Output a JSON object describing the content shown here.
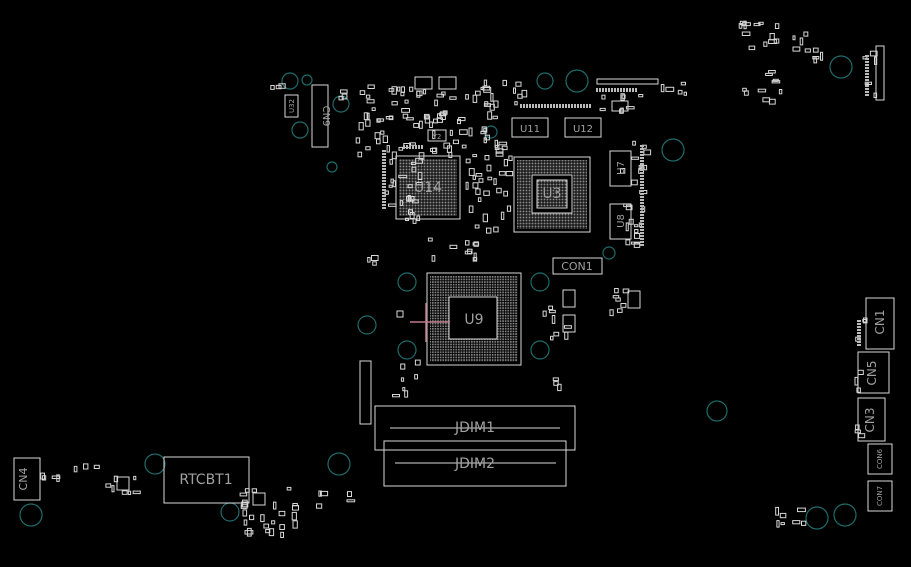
{
  "board": {
    "background": "#000000",
    "outline_color": "#d8d8d8",
    "label_color": "#9a9a9a",
    "hole_color": "#1f6b6b",
    "accent_color": "#c07888"
  },
  "labels": {
    "u14": "U14",
    "u3": "U3",
    "u9": "U9",
    "u11": "U11",
    "u12": "U12",
    "u7": "U7",
    "u8": "U8",
    "y2": "Y2",
    "con1": "CON1",
    "cn9": "CN9",
    "u32": "U32",
    "jdim1": "JDIM1",
    "jdim2": "JDIM2",
    "rtcbt1": "RTCBT1",
    "cn4": "CN4",
    "cn1": "CN1",
    "cn5": "CN5",
    "cn3": "CN3",
    "con6": "CON6",
    "con7": "CON7"
  }
}
